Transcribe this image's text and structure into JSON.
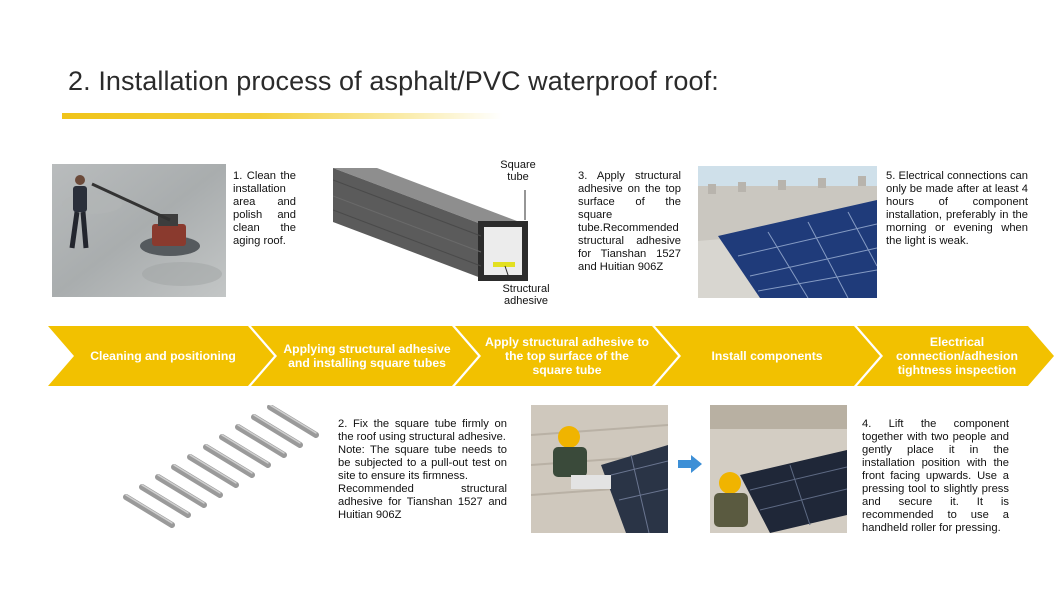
{
  "slide": {
    "title": "2. Installation process of asphalt/PVC waterproof roof:"
  },
  "colors": {
    "accent": "#f2c100",
    "arrow_fill": "#f2c100",
    "arrow_text": "#ffffff",
    "title_text": "#2b2b2b"
  },
  "steps": [
    {
      "label": "Cleaning and positioning"
    },
    {
      "label": "Applying structural adhesive and installing square tubes"
    },
    {
      "label": "Apply structural adhesive to the top surface of the square tube"
    },
    {
      "label": "Install components"
    },
    {
      "label": "Electrical connection/adhesion tightness inspection"
    }
  ],
  "descriptions": {
    "step1": "1. Clean the installation area and polish and clean the aging roof.",
    "step2_lines": [
      "2. Fix the square tube firmly on the roof using structural adhesive.",
      "Note: The square tube needs to be subjected to a pull-out test on site to ensure its firmness.",
      "Recommended structural adhesive for Tianshan 1527 and Huitian 906Z"
    ],
    "step3": "3. Apply structural adhesive on the top surface of the square tube.Recommended structural adhesive for Tianshan 1527 and Huitian 906Z",
    "step4": "4. Lift the component together with two people and gently place it in the installation position with the front facing upwards. Use a pressing tool to slightly press and secure it. It is recommended to use a handheld roller for pressing.",
    "step5": "5. Electrical connections can only be made after at least 4 hours of component installation, preferably in the morning or evening when the light is weak."
  },
  "tube_diagram": {
    "label_top": "Square tube",
    "label_bottom": "Structural adhesive"
  }
}
